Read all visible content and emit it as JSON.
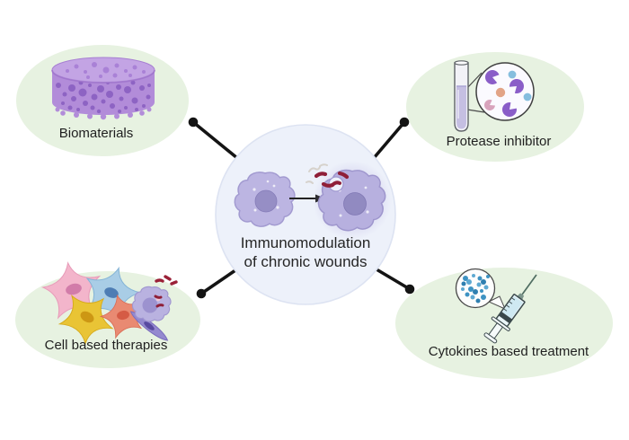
{
  "figure": {
    "center": {
      "line1": "Immunomodulation",
      "line2": "of chronic wounds"
    },
    "nodes": {
      "biomaterials": {
        "label": "Biomaterials"
      },
      "protease_inhibitor": {
        "label": "Protease inhibitor"
      },
      "cell_therapies": {
        "label": "Cell based therapies"
      },
      "cytokines": {
        "label": "Cytokines based treatment"
      }
    },
    "colors": {
      "node_ellipse_bg": "#e7f2e1",
      "center_circle_bg": "#edf1fa",
      "center_circle_border": "#dde3f2",
      "connector": "#141414",
      "macrophage_purple": "#bcb5e2",
      "scaffold_purple": "#b28cd9",
      "scaffold_pore": "#8a5fc1",
      "bacteria_red": "#8f1f38",
      "cytokine_blue": "#3d92c2",
      "enzyme_purple": "#8a5dc8",
      "label_text": "#1f1f1f"
    }
  }
}
